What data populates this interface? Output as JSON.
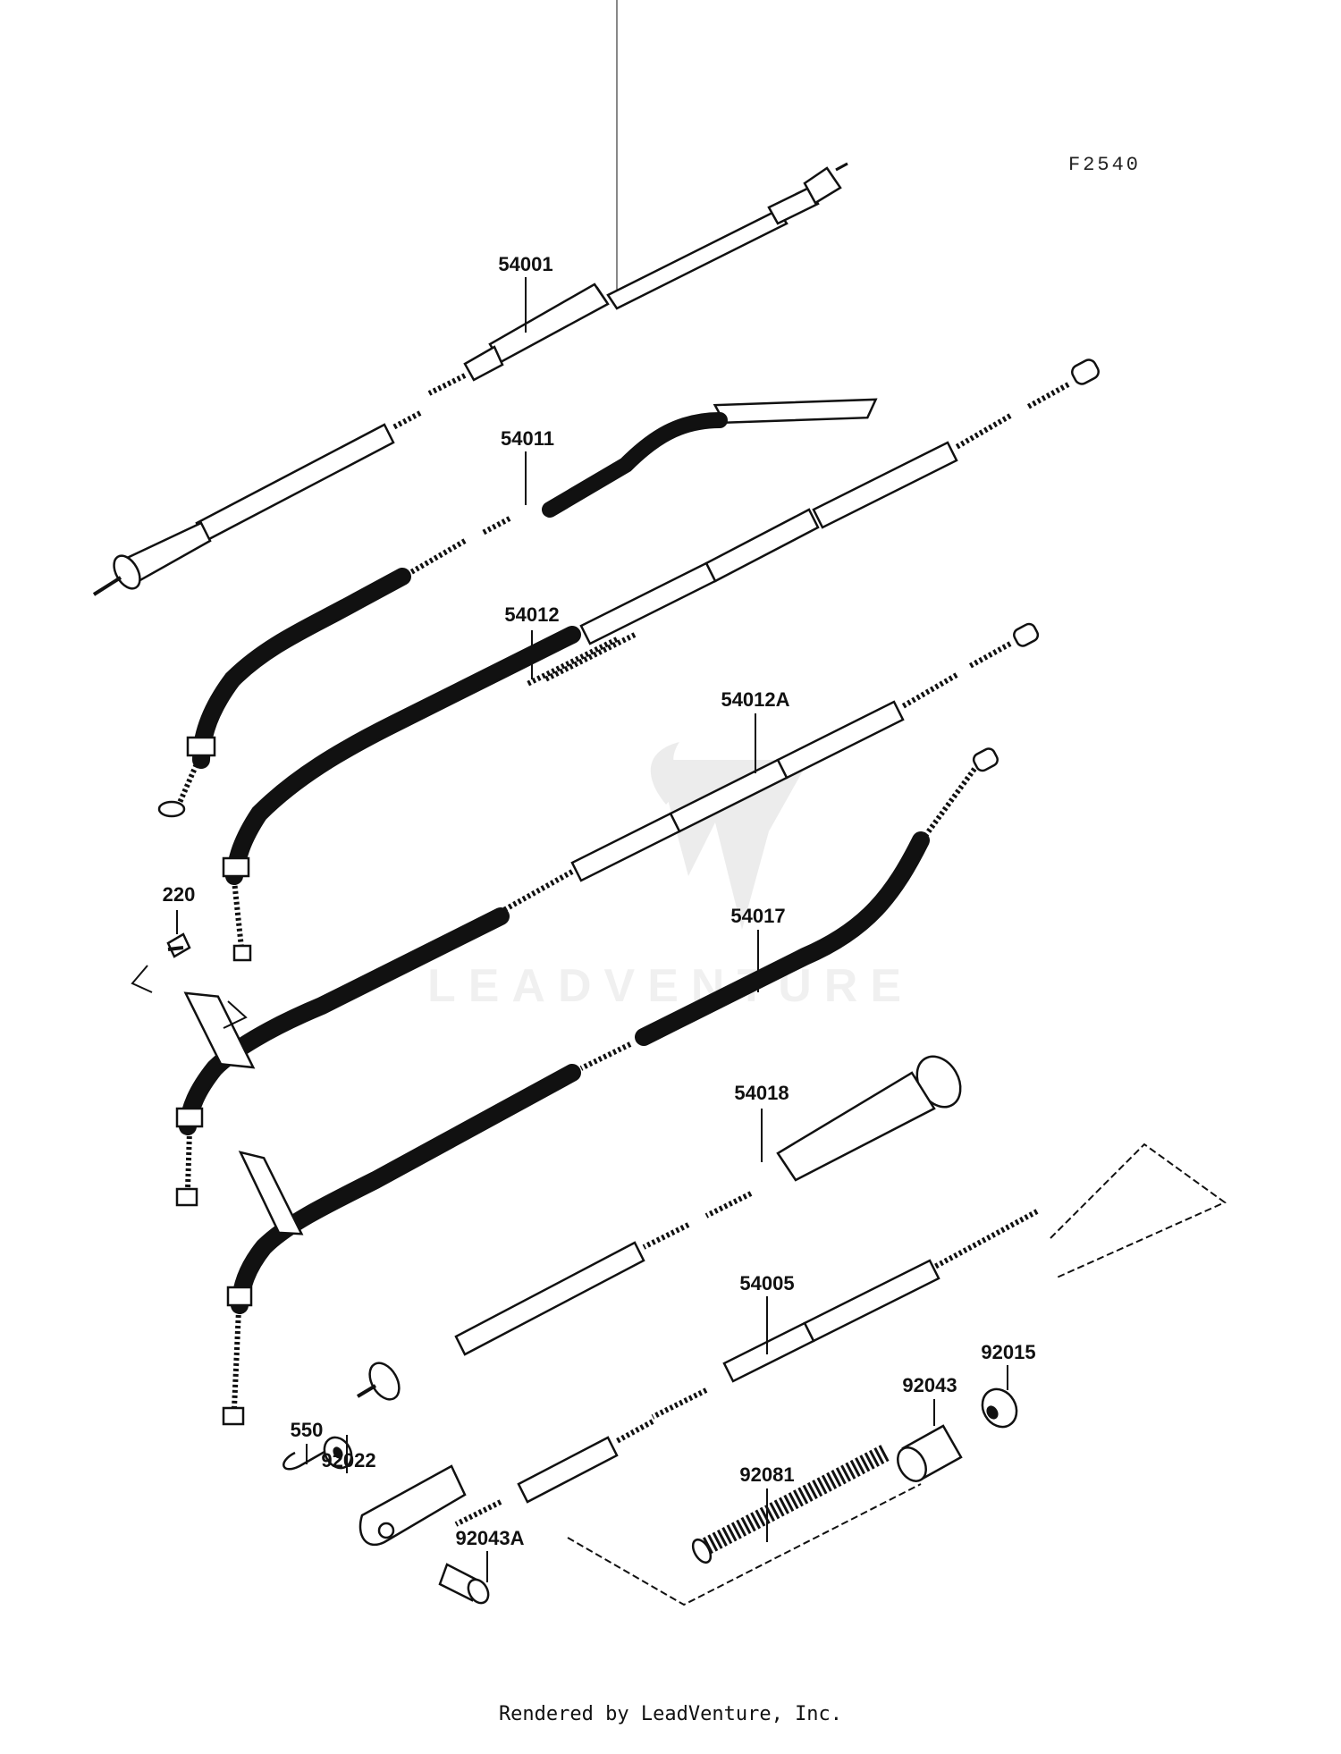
{
  "diagram": {
    "figure_code": "F2540",
    "watermark": "LEADVENTURE",
    "footer": "Rendered by LeadVenture, Inc.",
    "parts": [
      {
        "id": "54001",
        "label": "54001"
      },
      {
        "id": "54011",
        "label": "54011"
      },
      {
        "id": "54012",
        "label": "54012"
      },
      {
        "id": "54012A",
        "label": "54012A"
      },
      {
        "id": "220",
        "label": "220"
      },
      {
        "id": "54017",
        "label": "54017"
      },
      {
        "id": "54018",
        "label": "54018"
      },
      {
        "id": "54005",
        "label": "54005"
      },
      {
        "id": "92015",
        "label": "92015"
      },
      {
        "id": "92043",
        "label": "92043"
      },
      {
        "id": "550",
        "label": "550"
      },
      {
        "id": "92022",
        "label": "92022"
      },
      {
        "id": "92081",
        "label": "92081"
      },
      {
        "id": "92043A",
        "label": "92043A"
      }
    ]
  }
}
